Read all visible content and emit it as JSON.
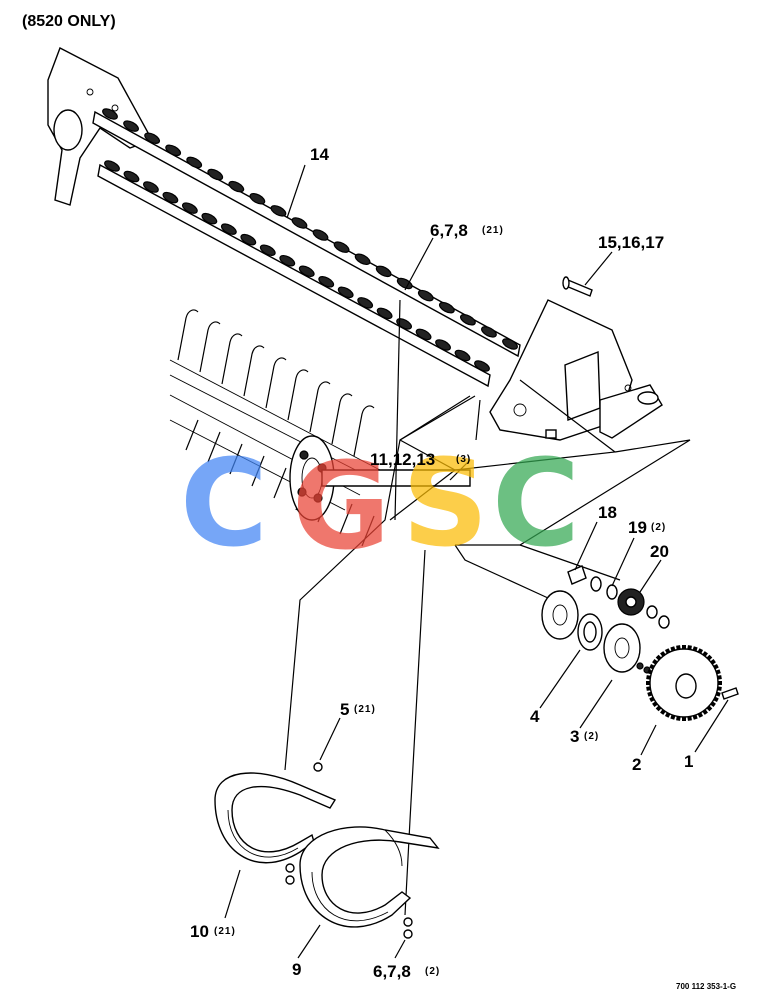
{
  "header": {
    "note": "(8520 ONLY)"
  },
  "callouts": {
    "c14": "14",
    "c678_top": {
      "num": "6,7,8",
      "qty": "(21)"
    },
    "c151617": "15,16,17",
    "c111213": {
      "num": "11,12,13",
      "qty": "(3)"
    },
    "c18": "18",
    "c19": {
      "num": "19",
      "qty": "(2)"
    },
    "c20": "20",
    "c4": "4",
    "c3": {
      "num": "3",
      "qty": "(2)"
    },
    "c2": "2",
    "c1": "1",
    "c5": {
      "num": "5",
      "qty": "(21)"
    },
    "c10": {
      "num": "10",
      "qty": "(21)"
    },
    "c9": "9",
    "c678_bottom": {
      "num": "6,7,8",
      "qty": "(2)"
    }
  },
  "drawing_number": "700 112 353-1-G",
  "watermark": {
    "letters": [
      "C",
      "G",
      "S",
      "C"
    ],
    "colors": [
      "#4285F4",
      "#EA4335",
      "#FBBC05",
      "#34A853"
    ]
  },
  "icons": [
    "rake-tine-assembly",
    "sprocket-icon",
    "bearing-icon",
    "stripper-band-icon"
  ]
}
